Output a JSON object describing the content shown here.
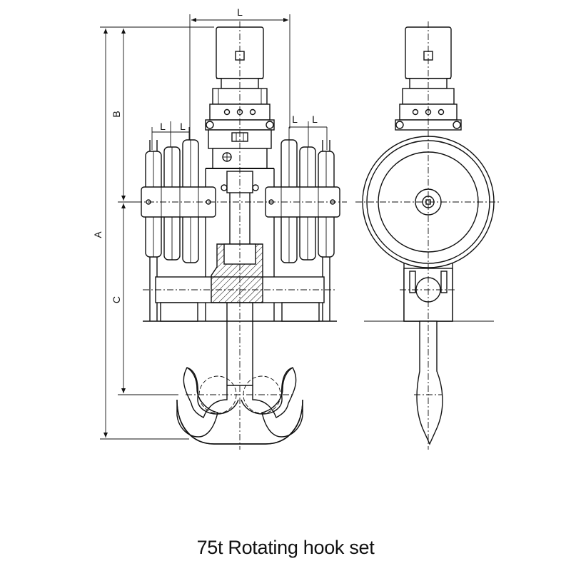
{
  "caption": "75t Rotating hook set",
  "dimensions": {
    "overall_width": "L",
    "total_height": "A",
    "upper_height": "B",
    "lower_height": "C",
    "sheave_spacing_left_1": "L",
    "sheave_spacing_left_2": "L",
    "sheave_spacing_right_1": "L",
    "sheave_spacing_right_2": "L"
  }
}
